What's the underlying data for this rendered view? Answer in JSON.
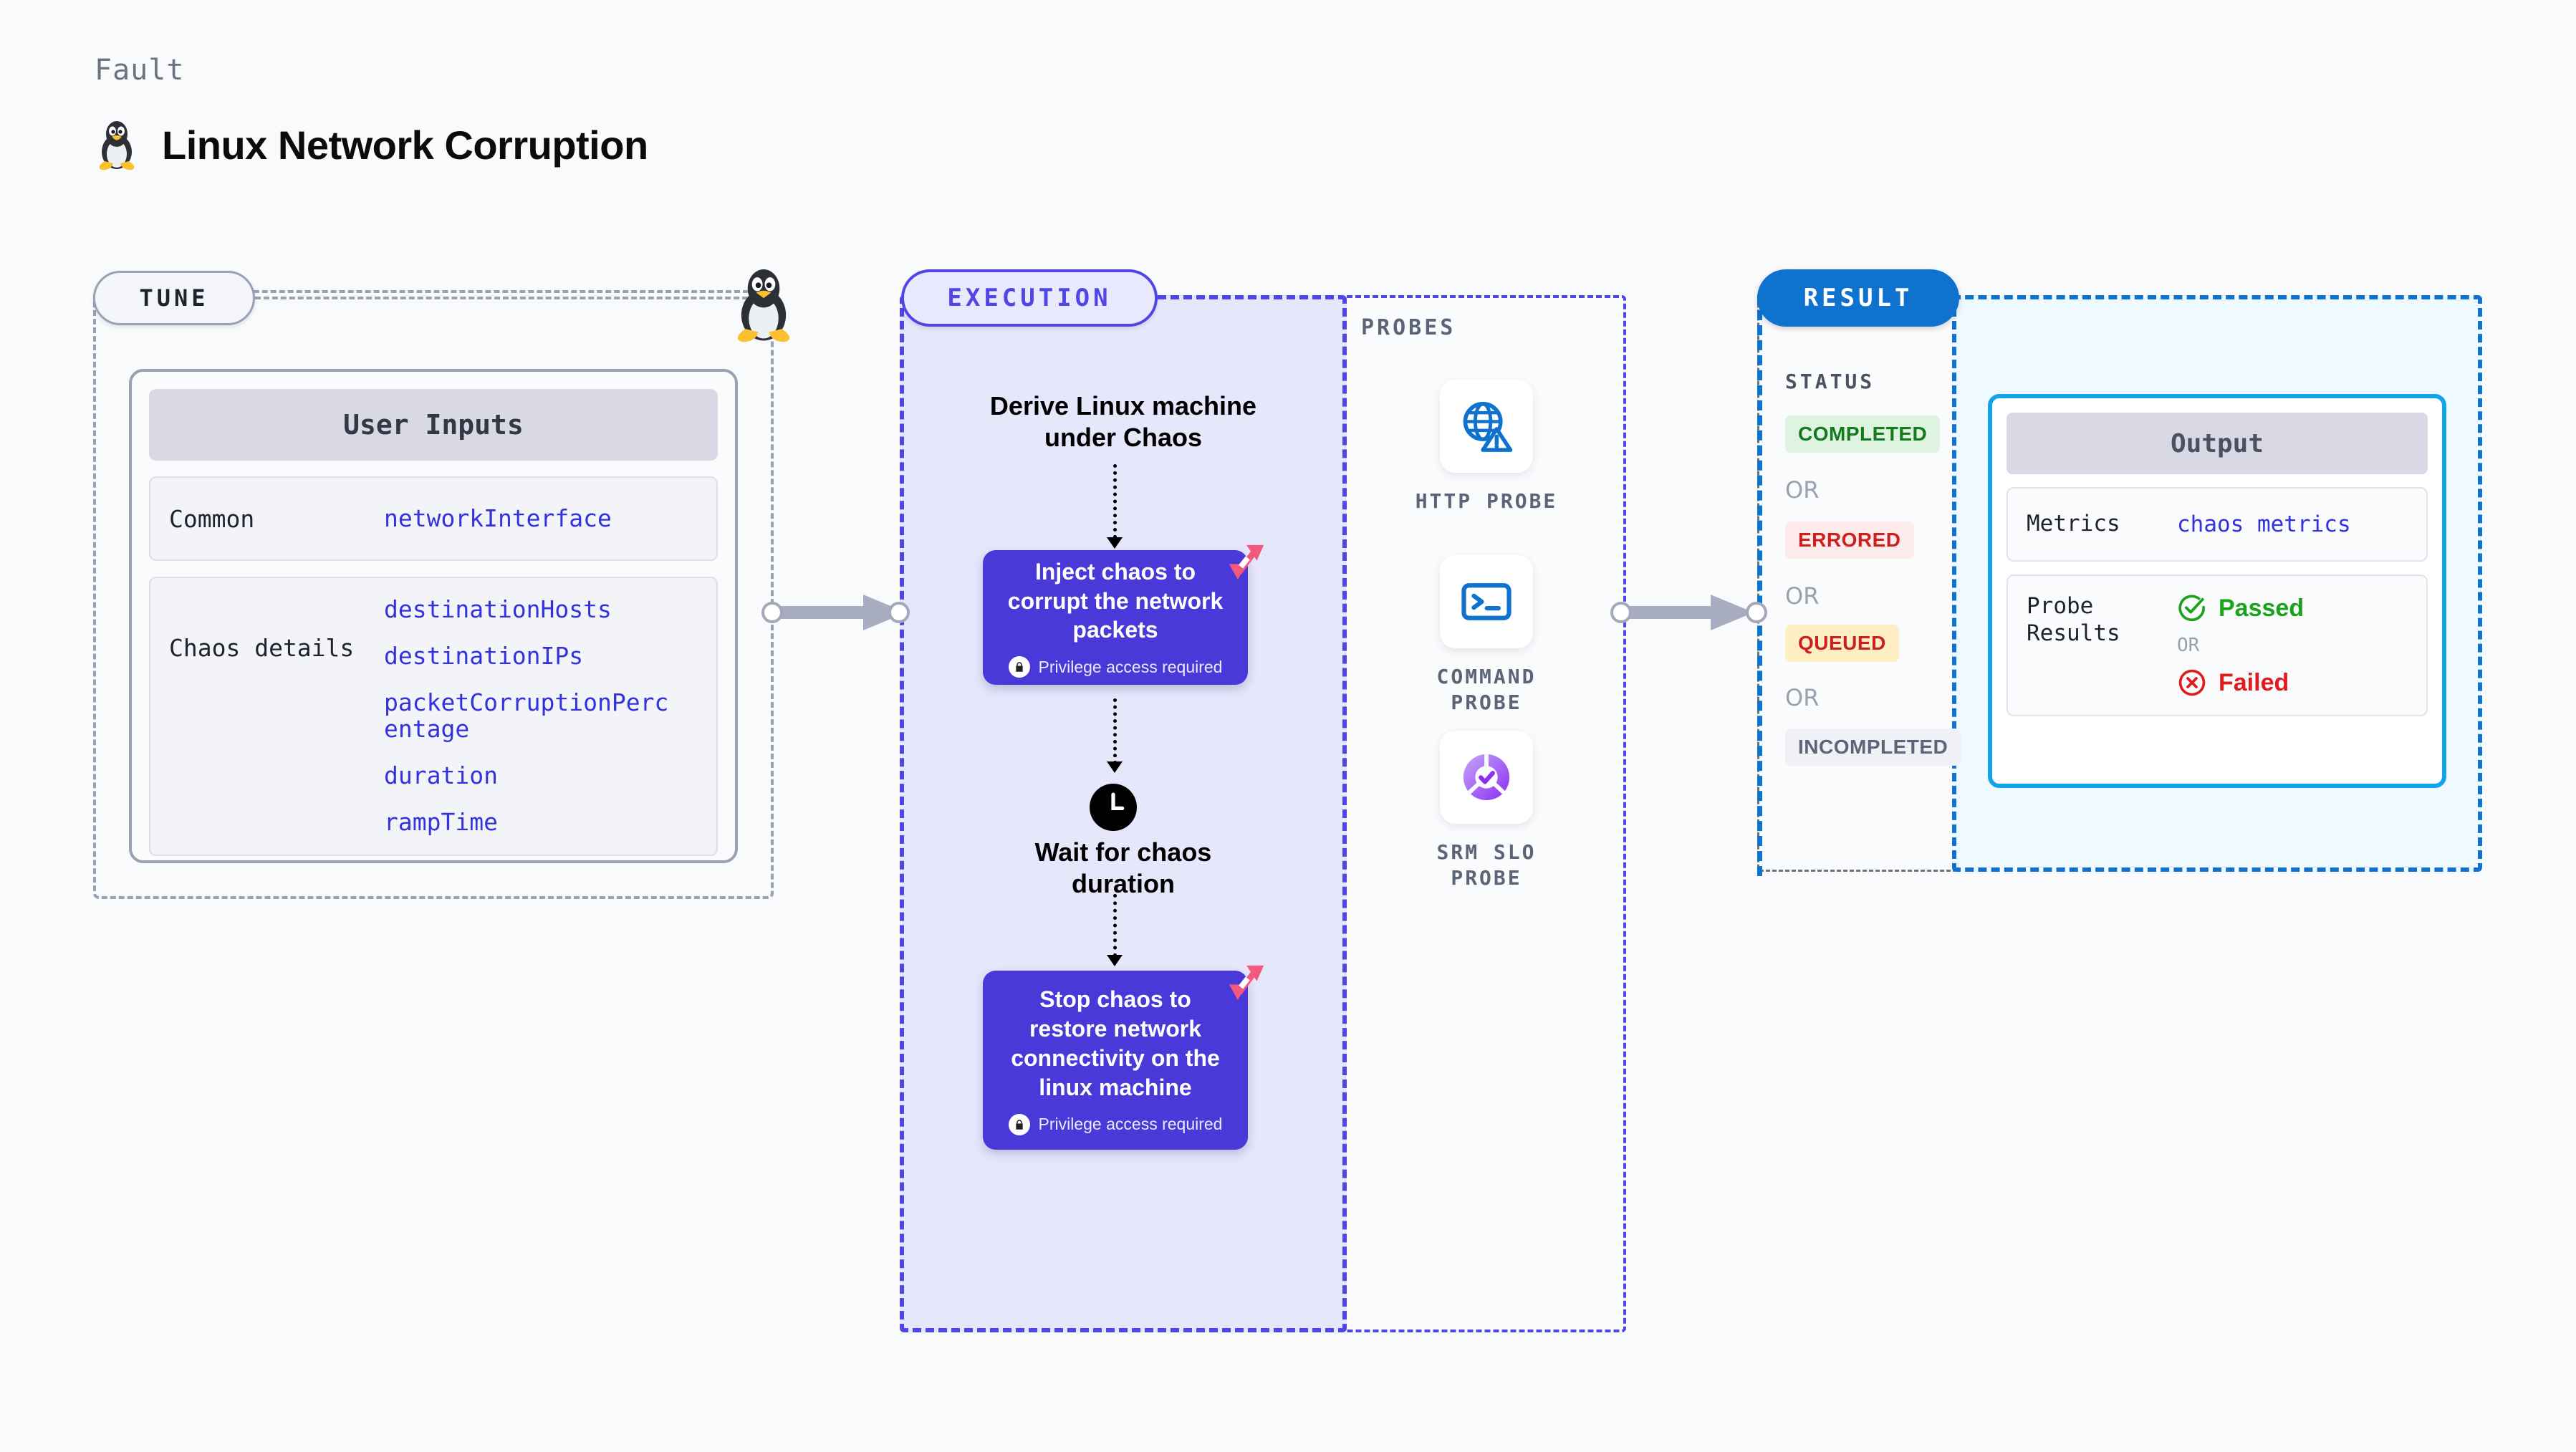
{
  "header": {
    "kicker": "Fault",
    "title": "Linux Network Corruption",
    "icon": "linux-penguin-icon"
  },
  "tune": {
    "pill_label": "TUNE",
    "card_title": "User Inputs",
    "rows": [
      {
        "label": "Common",
        "values": [
          "networkInterface"
        ]
      },
      {
        "label": "Chaos details",
        "values": [
          "destinationHosts",
          "destinationIPs",
          "packetCorruptionPercentage",
          "duration",
          "rampTime"
        ]
      }
    ]
  },
  "execution": {
    "pill_label": "EXECUTION",
    "step_derive": "Derive Linux machine under Chaos",
    "step_wait": "Wait for chaos duration",
    "box_inject": {
      "title": "Inject chaos to corrupt the network packets",
      "note": "Privilege access required"
    },
    "box_stop": {
      "title": "Stop chaos to restore network connectivity on the linux machine",
      "note": "Privilege access required"
    }
  },
  "probes": {
    "label": "PROBES",
    "items": [
      {
        "caption": "HTTP PROBE",
        "icon": "globe-warning-icon"
      },
      {
        "caption": "COMMAND PROBE",
        "icon": "terminal-icon"
      },
      {
        "caption": "SRM SLO PROBE",
        "icon": "slo-check-icon"
      }
    ]
  },
  "result": {
    "pill_label": "RESULT",
    "status_label": "STATUS",
    "or_label": "OR",
    "statuses": [
      {
        "text": "COMPLETED",
        "bg": "#dff4e0",
        "fg": "#157a1f"
      },
      {
        "text": "ERRORED",
        "bg": "#fdeaea",
        "fg": "#cc2020"
      },
      {
        "text": "QUEUED",
        "bg": "#fdeec4",
        "fg": "#cc2020"
      },
      {
        "text": "INCOMPLETED",
        "bg": "#f0f1f6",
        "fg": "#5c6478"
      }
    ],
    "output": {
      "title": "Output",
      "metrics_label": "Metrics",
      "metrics_value": "chaos metrics",
      "probe_results_label": "Probe Results",
      "passed": "Passed",
      "failed": "Failed",
      "or_label": "OR"
    }
  },
  "colors": {
    "accent_indigo": "#4f46e5",
    "accent_blue": "#0f72ce",
    "accent_cyan": "#13a3e8",
    "chaos_box": "#4839d8",
    "harness_pink": "#f3587d",
    "value_blue": "#3333dd",
    "muted": "#9aa1b4"
  }
}
